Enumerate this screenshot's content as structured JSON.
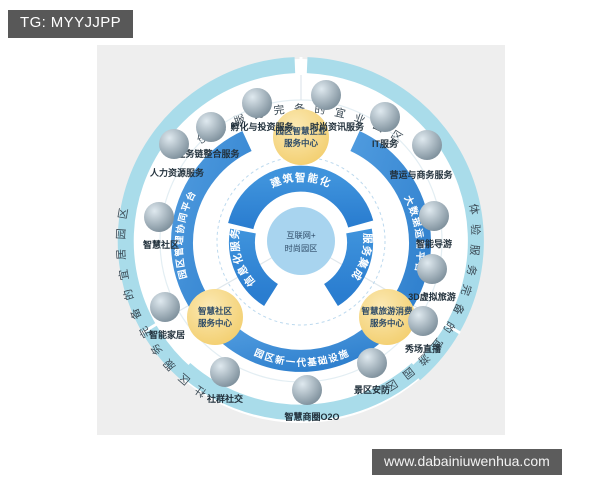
{
  "badge": {
    "text": "TG: MYYJJPP"
  },
  "watermark": {
    "text": "www.dabainiuwenhua.com"
  },
  "colors": {
    "panel_bg": "#eeeeee",
    "outer_ring": "#a9dcea",
    "mid_ring": "#3d8fd6",
    "inner_ring": "#2f86d8",
    "hub_yellow": "#f6d77e",
    "center_blue": "#a8d4ef",
    "badge_bg": "#585858",
    "watermark_bg": "#5c5c5c"
  },
  "diagram": {
    "outer_arcs": [
      {
        "id": "top",
        "text": "创 新 服 务 完 备 的 宜 业 园 区"
      },
      {
        "id": "right",
        "text": "体 验 服 务 完 备 的 宜 游 园 区"
      },
      {
        "id": "bottom_left",
        "text": "社 区 服 务 完 备 的 宜 居 园 区"
      }
    ],
    "mid_ring_segments": [
      {
        "id": "left",
        "text": "园区管理协同平台"
      },
      {
        "id": "right",
        "text": "大数据运营平台"
      },
      {
        "id": "bottom",
        "text": "园区新一代基础设施"
      }
    ],
    "inner_ring_segments": [
      {
        "id": "top",
        "text": "建筑智能化"
      },
      {
        "id": "right",
        "text": "服务集成"
      },
      {
        "id": "left",
        "text": "信息化服务"
      }
    ],
    "center": {
      "line1": "互联网+",
      "line2": "时尚园区"
    },
    "hubs": [
      {
        "id": "enterprise",
        "line1": "园区智慧企业",
        "line2": "服务中心"
      },
      {
        "id": "community",
        "line1": "智慧社区",
        "line2": "服务中心"
      },
      {
        "id": "tourism",
        "line1": "智慧旅游消费",
        "line2": "服务中心"
      }
    ],
    "nodes": [
      {
        "id": "incubation",
        "label": "孵化与投资服务",
        "icon": "network-chart-icon"
      },
      {
        "id": "fashion-info",
        "label": "时尚资讯服务",
        "icon": "people-meeting-icon"
      },
      {
        "id": "business-chain",
        "label": "业务链整合服务",
        "icon": "molecule-icon"
      },
      {
        "id": "it-service",
        "label": "IT服务",
        "icon": "globe-blue-icon"
      },
      {
        "id": "hr-service",
        "label": "人力资源服务",
        "icon": "people-group-icon"
      },
      {
        "id": "operation-business",
        "label": "营运与商务服务",
        "icon": "earth-green-icon"
      },
      {
        "id": "smart-community",
        "label": "智慧社区",
        "icon": "city-globe-icon"
      },
      {
        "id": "smart-guide",
        "label": "智能导游",
        "icon": "guide-icon"
      },
      {
        "id": "3d-tour",
        "label": "3D虚拟旅游",
        "icon": "landscape-icon"
      },
      {
        "id": "smart-home",
        "label": "智能家居",
        "icon": "home-device-icon"
      },
      {
        "id": "live-show",
        "label": "秀场直播",
        "icon": "stage-icon"
      },
      {
        "id": "social",
        "label": "社群社交",
        "icon": "social-dots-icon"
      },
      {
        "id": "scenic-security",
        "label": "景区安防",
        "icon": "camera-icon"
      },
      {
        "id": "smart-o2o",
        "label": "智慧商圈O2O",
        "icon": "shopping-icon"
      }
    ]
  }
}
